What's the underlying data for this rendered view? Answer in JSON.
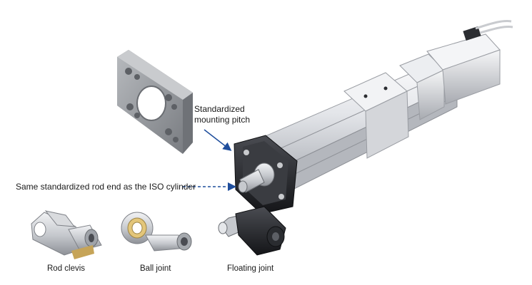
{
  "callouts": {
    "mounting_line1": "Standardized",
    "mounting_line2": "mounting pitch",
    "rod_end": "Same standardized rod end as the ISO cylinder"
  },
  "accessories": [
    {
      "label": "Rod clevis"
    },
    {
      "label": "Ball joint"
    },
    {
      "label": "Floating joint"
    }
  ],
  "colors": {
    "arrow": "#1f4e9c",
    "actuator_body": "#e6e8ec",
    "mounting_plate": "#8c8f94",
    "motor": "#d9dbdf",
    "dark_parts": "#2b2d31"
  }
}
